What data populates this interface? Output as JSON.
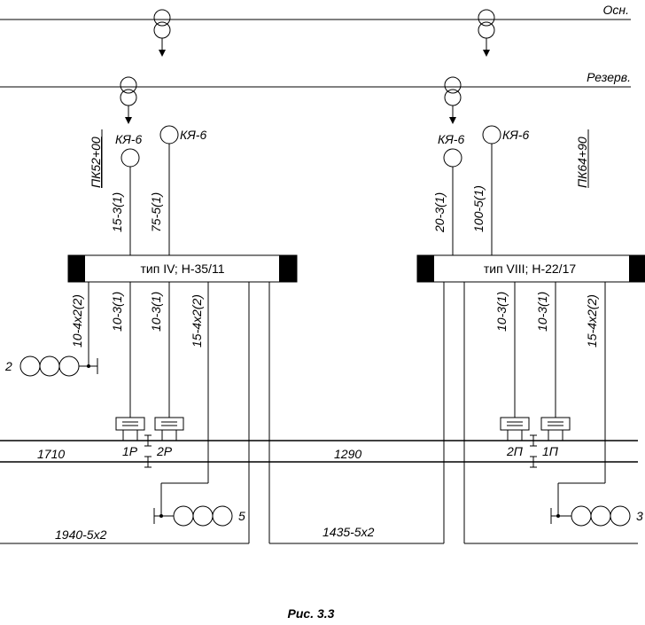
{
  "buses": {
    "main": "Осн.",
    "reserve": "Резерв."
  },
  "cabinets": {
    "left": "тип IV; Н-35/11",
    "right": "тип VIII; Н-22/17"
  },
  "pickets": {
    "left": "ПК52+00",
    "right": "ПК64+90"
  },
  "relay_boxes": {
    "left_1": "КЯ-6",
    "left_2": "КЯ-6",
    "right_1": "КЯ-6",
    "right_2": "КЯ-6"
  },
  "cables": {
    "left_up_1": "15-3(1)",
    "left_up_2": "75-5(1)",
    "right_up_1": "20-3(1)",
    "right_up_2": "100-5(1)",
    "left_down_1": "10-4x2(2)",
    "left_down_2": "10-3(1)",
    "left_down_3": "10-3(1)",
    "left_down_4": "15-4x2(2)",
    "right_down_1": "10-3(1)",
    "right_down_2": "10-3(1)",
    "right_down_3": "15-4x2(2)"
  },
  "signals": {
    "s2": "2",
    "s5": "5",
    "s3": "3"
  },
  "track_relays": {
    "r1": "1Р",
    "r2": "2Р",
    "p2": "2П",
    "p1": "1П"
  },
  "distances": {
    "d1710": "1710",
    "d1290": "1290",
    "d1940": "1940-5x2",
    "d1435": "1435-5x2"
  },
  "caption": "Рис. 3.3"
}
